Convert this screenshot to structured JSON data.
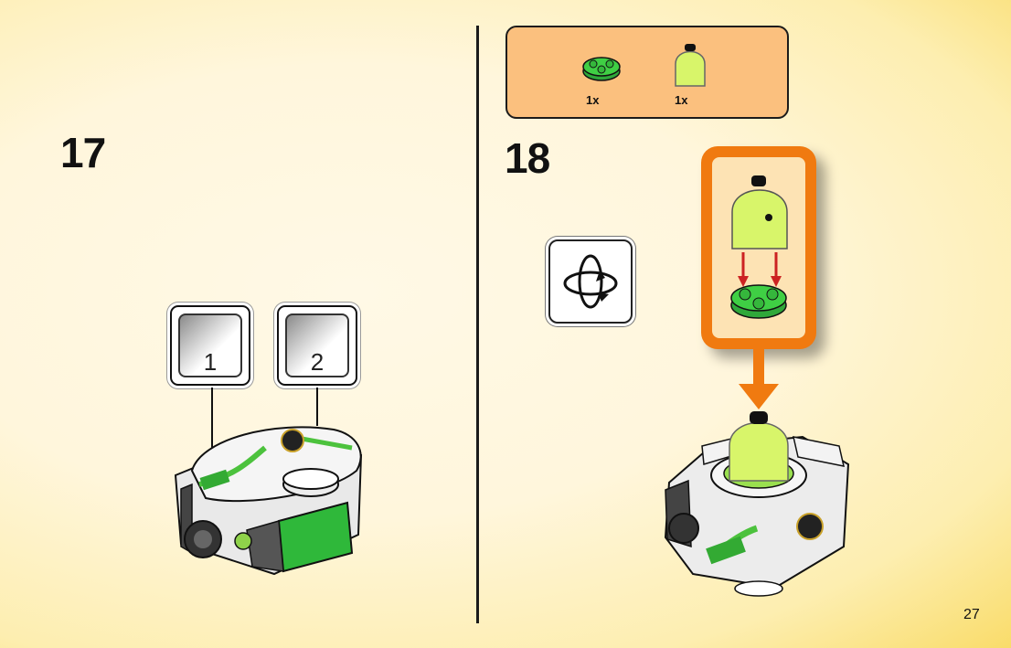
{
  "page": {
    "number": "27",
    "colors": {
      "accent": "#f07a10",
      "parts_box": "#fbc07e",
      "lime": "#c9f25a",
      "green": "#35c23a"
    }
  },
  "steps": {
    "step17": {
      "number": "17",
      "stickers": [
        {
          "label": "1"
        },
        {
          "label": "2"
        }
      ]
    },
    "step18": {
      "number": "18",
      "parts": [
        {
          "name": "green-round-plate",
          "qty": "1x"
        },
        {
          "name": "trans-lime-dome",
          "qty": "1x"
        }
      ],
      "rotate_icon": "rotate-model-icon"
    }
  }
}
